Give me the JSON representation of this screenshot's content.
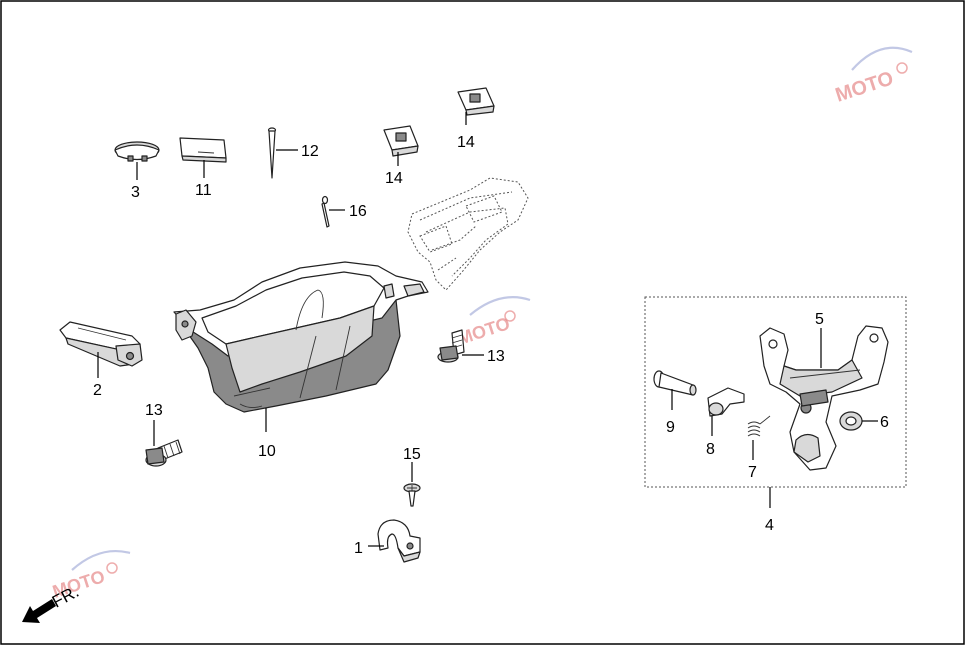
{
  "diagram": {
    "callouts": {
      "c1": "1",
      "c2": "2",
      "c3": "3",
      "c4": "4",
      "c5": "5",
      "c6": "6",
      "c7": "7",
      "c8": "8",
      "c9": "9",
      "c10": "10",
      "c11": "11",
      "c12": "12",
      "c13a": "13",
      "c13b": "13",
      "c14a": "14",
      "c14b": "14",
      "c15": "15",
      "c16": "16"
    },
    "direction_label": "FR.",
    "watermark_text": "MOTO",
    "colors": {
      "watermark_red": "#e06a6a",
      "watermark_blue": "#8f9ad0"
    }
  }
}
